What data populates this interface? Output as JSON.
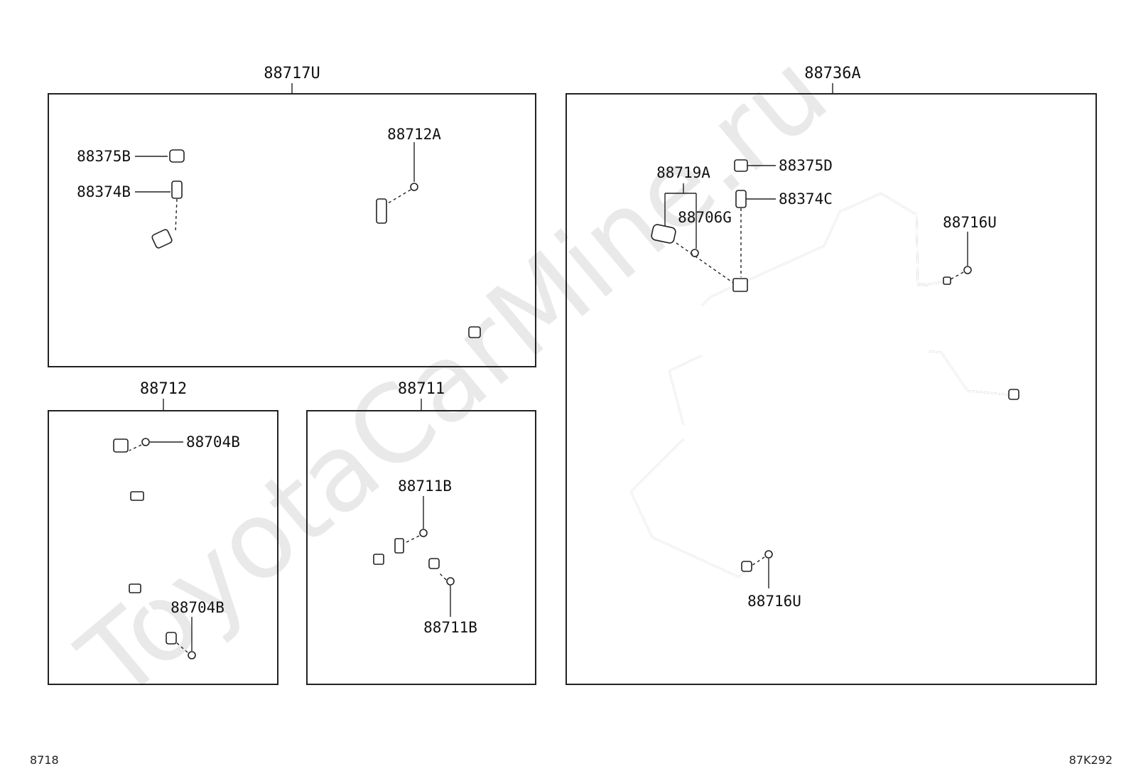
{
  "watermark": "ToyotaCarMine.ru",
  "footer": {
    "left_code": "8718",
    "right_code": "87K292"
  },
  "panels": {
    "p88717u": {
      "title": "88717U",
      "labels": {
        "l88375b": "88375B",
        "l88374b": "88374B",
        "l88712a": "88712A"
      }
    },
    "p88712": {
      "title": "88712",
      "labels": {
        "l88704b_top": "88704B",
        "l88704b_bottom": "88704B"
      }
    },
    "p88711": {
      "title": "88711",
      "labels": {
        "l88711b_top": "88711B",
        "l88711b_bottom": "88711B"
      }
    },
    "p88736a": {
      "title": "88736A",
      "labels": {
        "l88719a": "88719A",
        "l88706g": "88706G",
        "l88375d": "88375D",
        "l88374c": "88374C",
        "l88716u_right": "88716U",
        "l88716u_bottom": "88716U"
      }
    }
  }
}
